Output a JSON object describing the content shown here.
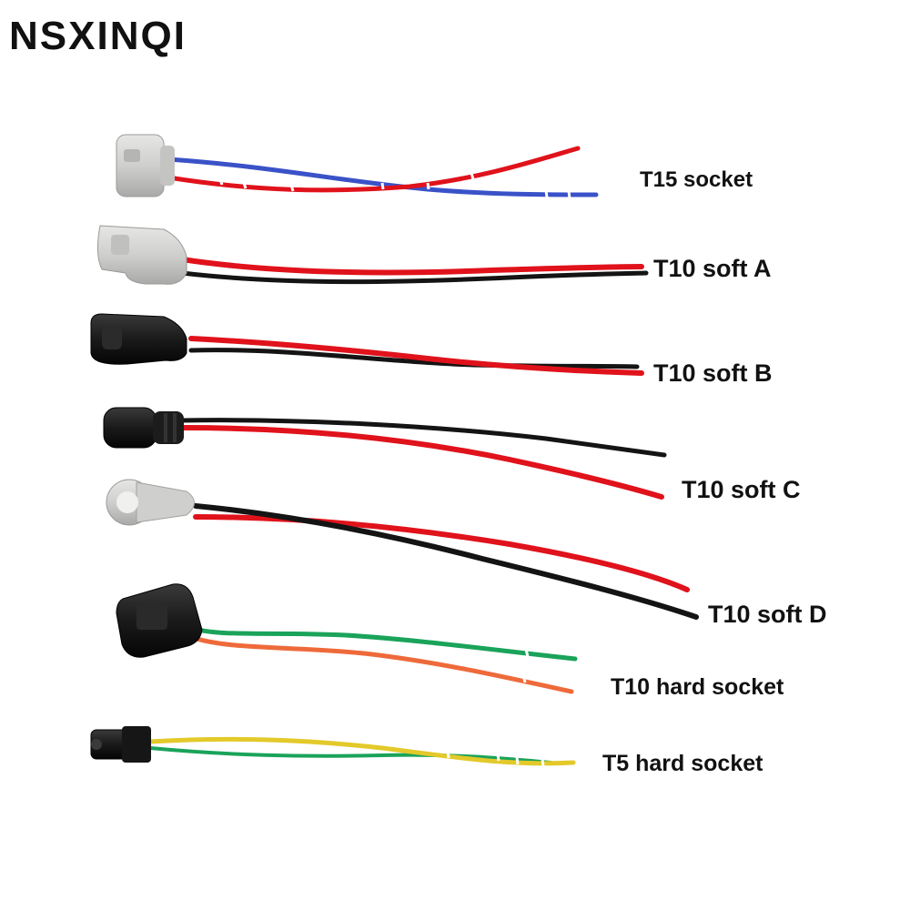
{
  "brand": {
    "name": "NSXINQI"
  },
  "colors": {
    "red": "#e0121b",
    "black": "#141414",
    "blue": "#3a52c8",
    "green": "#1aa35a",
    "orange": "#ee6a3a",
    "yellow": "#e3c92a",
    "gray_socket": "#d2d2d0",
    "black_socket": "#1c1c1c"
  },
  "products": [
    {
      "label": "T15 socket",
      "socket": "gray",
      "wires": [
        "blue",
        "red"
      ]
    },
    {
      "label": "T10 soft A",
      "socket": "gray",
      "wires": [
        "red",
        "black"
      ]
    },
    {
      "label": "T10 soft B",
      "socket": "black",
      "wires": [
        "red",
        "black"
      ]
    },
    {
      "label": "T10 soft C",
      "socket": "black",
      "wires": [
        "red",
        "black"
      ]
    },
    {
      "label": "T10 soft D",
      "socket": "gray",
      "wires": [
        "red",
        "black"
      ]
    },
    {
      "label": "T10 hard socket",
      "socket": "black",
      "wires": [
        "green",
        "orange"
      ]
    },
    {
      "label": "T5 hard socket",
      "socket": "black",
      "wires": [
        "yellow",
        "green"
      ]
    }
  ]
}
